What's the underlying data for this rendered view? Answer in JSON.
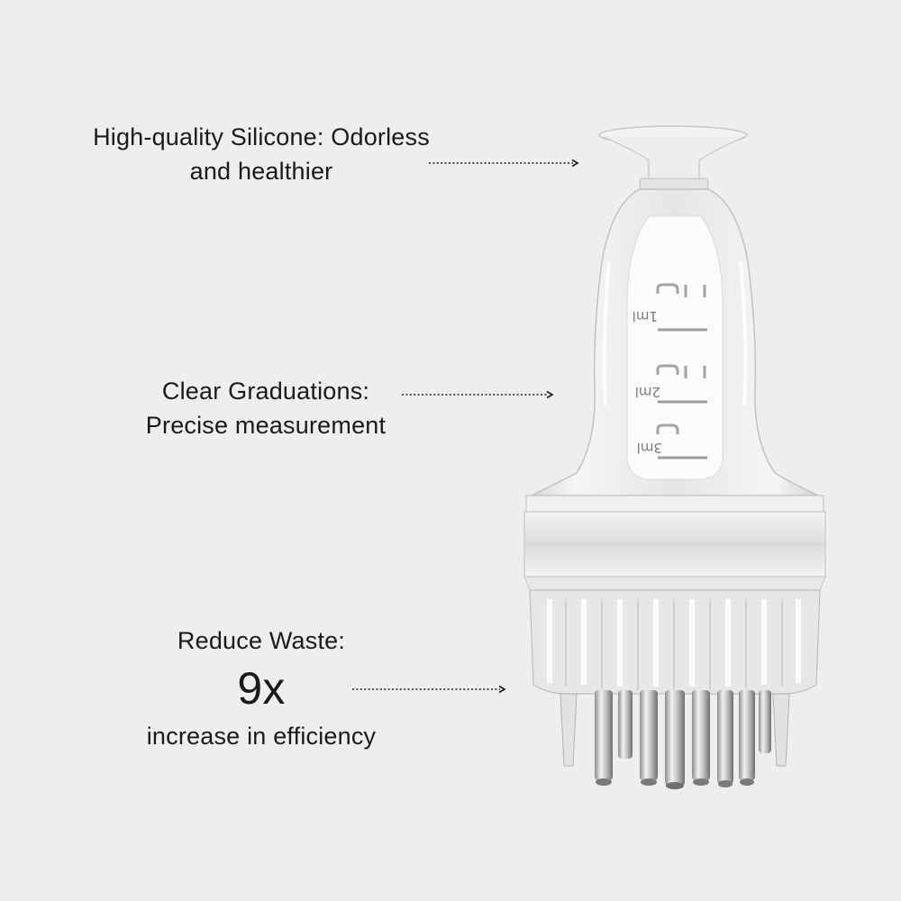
{
  "callouts": [
    {
      "line1": "High-quality Silicone: Odorless",
      "line2": "and healthier",
      "arrow_icon": "dotted-arrow-icon"
    },
    {
      "line1": "Clear Graduations:",
      "line2": "Precise measurement",
      "arrow_icon": "dotted-arrow-icon"
    },
    {
      "line1": "Reduce Waste:",
      "highlight": "9x",
      "line2": "increase in efficiency",
      "arrow_icon": "dotted-arrow-icon"
    }
  ],
  "product": {
    "graduations": [
      "1ml",
      "2ml",
      "3ml"
    ]
  },
  "colors": {
    "background": "#efedee",
    "text": "#1a1a1a"
  }
}
